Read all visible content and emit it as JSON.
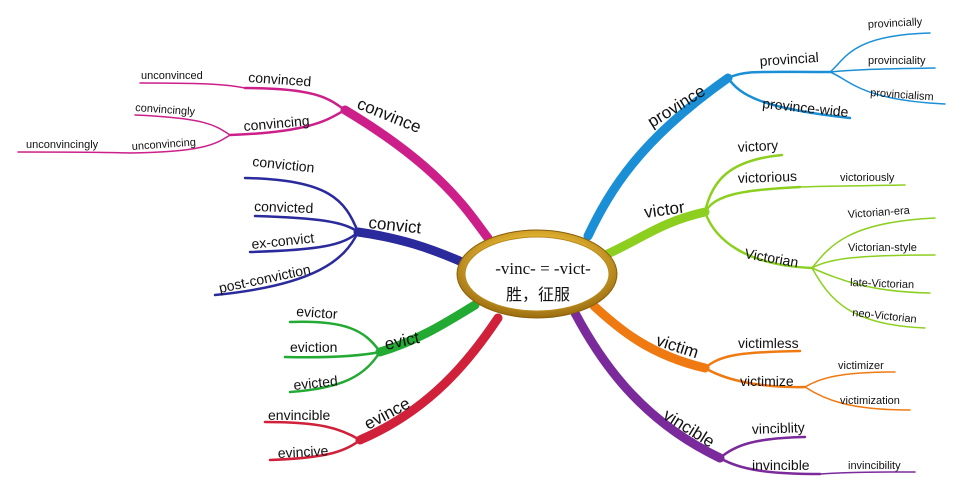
{
  "center": {
    "line1": "-vinc- = -vict-",
    "line2": "胜，征服"
  },
  "colors": {
    "province": "#1a8fd6",
    "victor": "#8ccf1f",
    "victim": "#f07a12",
    "vincible": "#7a2a9a",
    "convince": "#cc1f8a",
    "convict": "#2a2a9c",
    "evict": "#22aa33",
    "evince": "#d0203a",
    "ring": "#d4a020"
  },
  "branches": {
    "province": {
      "label": "province",
      "children": {
        "provincial": "provincial",
        "provincially": "provincially",
        "provinciality": "provinciality",
        "provincialism": "provincialism",
        "province_wide": "province-wide"
      }
    },
    "victor": {
      "label": "victor",
      "children": {
        "victory": "victory",
        "victorious": "victorious",
        "victoriously": "victoriously",
        "victorian": "Victorian",
        "victorian_era": "Victorian-era",
        "victorian_style": "Victorian-style",
        "late_victorian": "late-Victorian",
        "neo_victorian": "neo-Victorian"
      }
    },
    "victim": {
      "label": "victim",
      "children": {
        "victimless": "victimless",
        "victimize": "victimize",
        "victimizer": "victimizer",
        "victimization": "victimization"
      }
    },
    "vincible": {
      "label": "vincible",
      "children": {
        "vinciblity": "vinciblity",
        "invincible": "invincible",
        "invincibility": "invincibility"
      }
    },
    "convince": {
      "label": "convince",
      "children": {
        "convinced": "convinced",
        "unconvinced": "unconvinced",
        "convincing": "convincing",
        "convincingly": "convincingly",
        "unconvincing": "unconvincing",
        "unconvincingly": "unconvincingly"
      }
    },
    "convict": {
      "label": "convict",
      "children": {
        "conviction": "conviction",
        "convicted": "convicted",
        "ex_convict": "ex-convict",
        "post_conviction": "post-conviction"
      }
    },
    "evict": {
      "label": "evict",
      "children": {
        "evictor": "evictor",
        "eviction": "eviction",
        "evicted": "evicted"
      }
    },
    "evince": {
      "label": "evince",
      "children": {
        "envincible": "envincible",
        "evincive": "evincive"
      }
    }
  }
}
